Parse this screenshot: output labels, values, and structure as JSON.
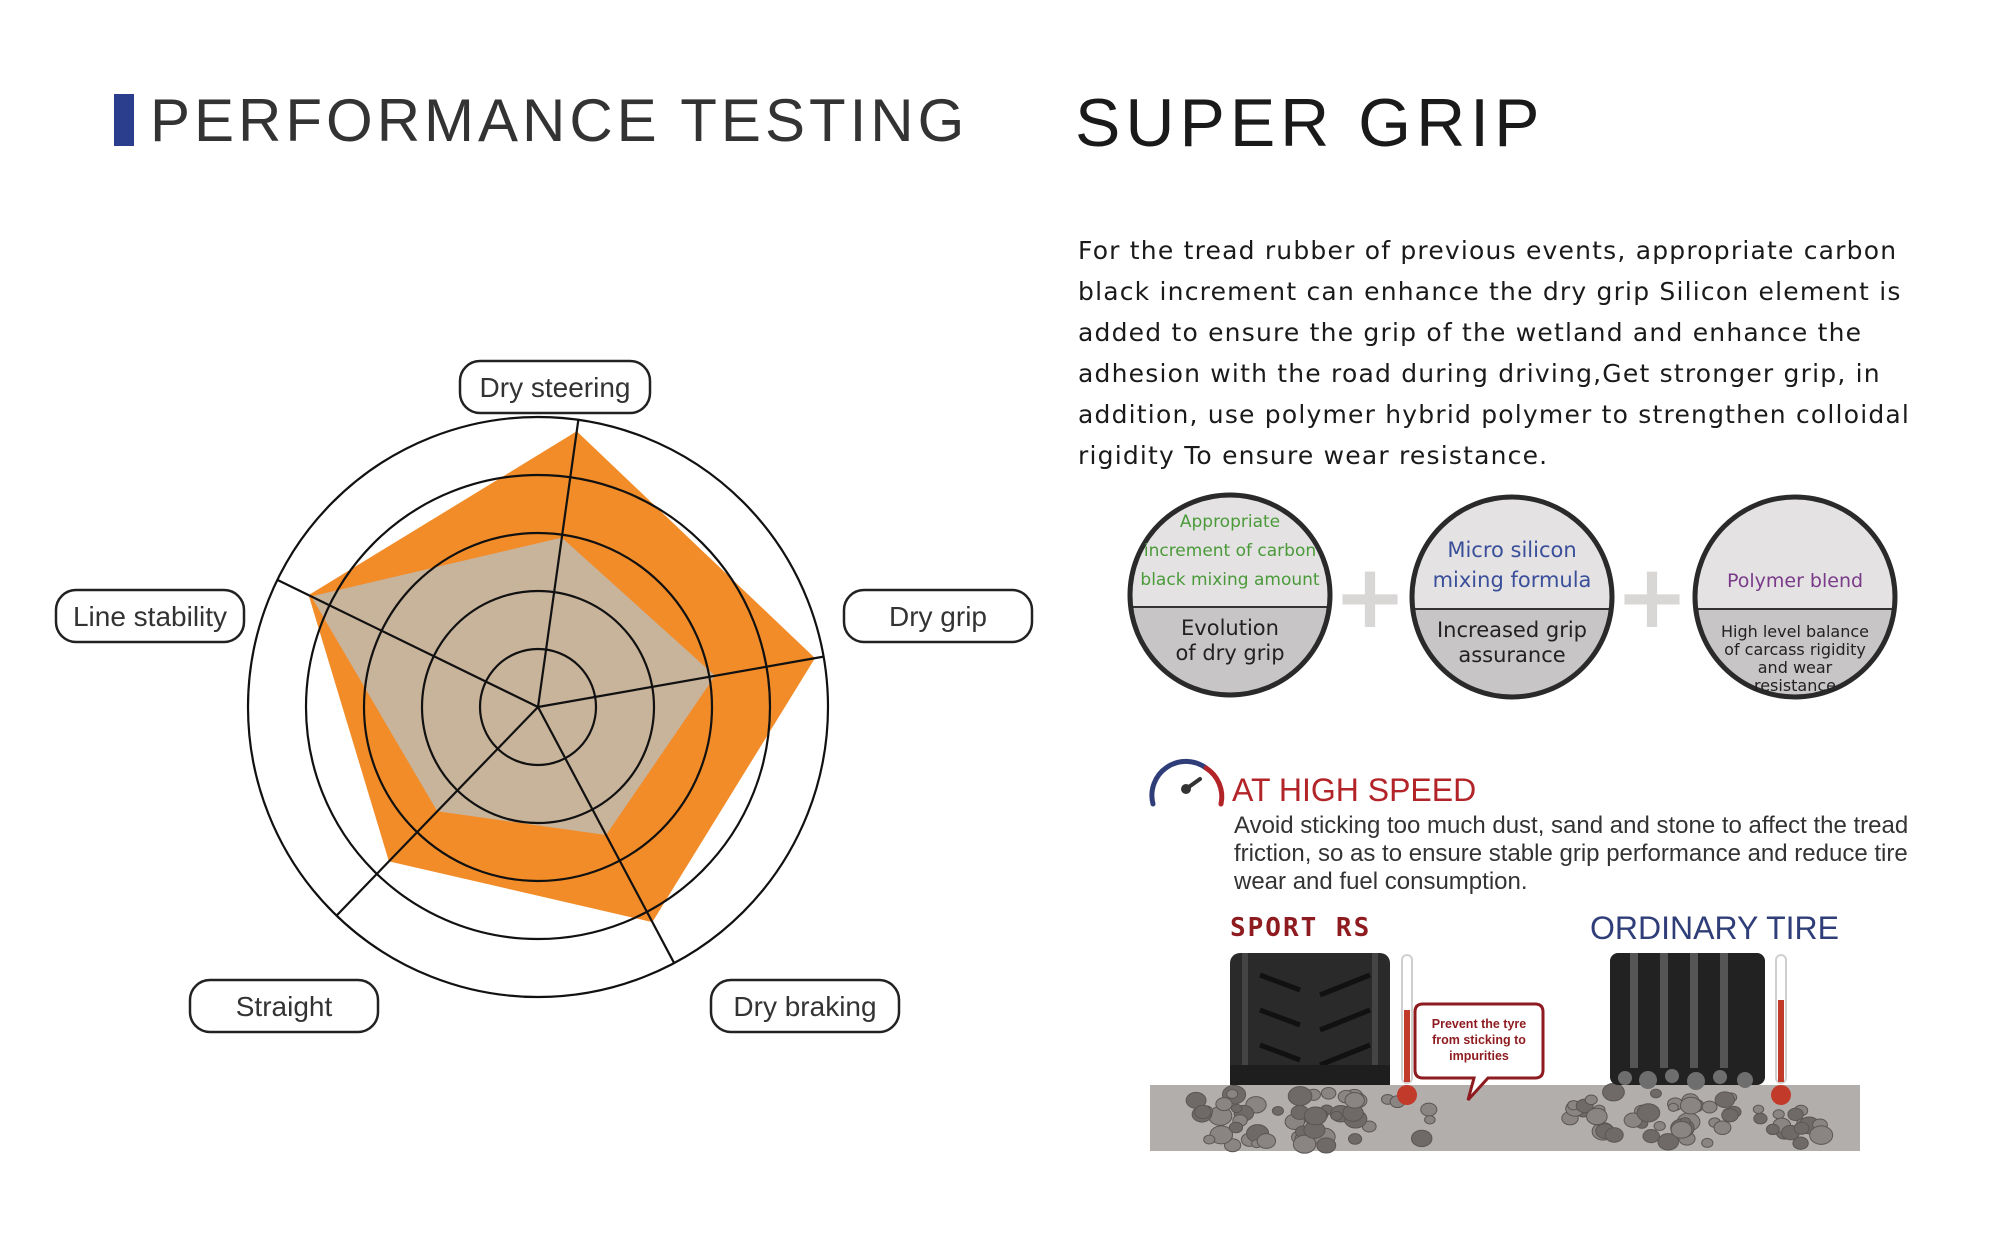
{
  "performance": {
    "title": "PERFORMANCE TESTING",
    "accent_color": "#2b3e8e",
    "radar": {
      "axes": [
        "Dry steering",
        "Dry grip",
        "Dry braking",
        "Straight",
        "Line stability"
      ],
      "rings": 5,
      "outer_series_color": "#f28c28",
      "inner_series_color": "#c8b39b",
      "outer_values": [
        0.96,
        0.97,
        0.84,
        0.74,
        0.88
      ],
      "inner_values": [
        0.59,
        0.62,
        0.5,
        0.5,
        0.87
      ]
    }
  },
  "grip": {
    "title": "SUPER GRIP",
    "description": "For the tread rubber of previous events, appropriate carbon black increment can enhance the dry grip Silicon element is added to ensure the grip of the wetland and enhance the adhesion with the road during driving,Get stronger grip, in addition, use polymer hybrid polymer to strengthen colloidal rigidity To ensure wear resistance.",
    "circles": [
      {
        "top": [
          "Appropriate",
          "increment of carbon",
          "black mixing amount"
        ],
        "top_color": "#4a9a3a",
        "bottom": [
          "Evolution",
          "of dry grip"
        ]
      },
      {
        "top": [
          "Micro silicon",
          "mixing formula"
        ],
        "top_color": "#3a4f9a",
        "bottom": [
          "Increased grip",
          "assurance"
        ]
      },
      {
        "top": [
          "Polymer blend"
        ],
        "top_color": "#7a3a8a",
        "bottom": [
          "High level balance",
          "of carcass rigidity",
          "and wear",
          "resistance"
        ]
      }
    ],
    "plus": "+"
  },
  "high_speed": {
    "title": "AT HIGH SPEED",
    "description": "Avoid sticking too much dust, sand and stone to affect the tread friction, so as to ensure stable grip performance and reduce tire wear and fuel consumption.",
    "sport_label": "SPORT RS",
    "ordinary_label": "ORDINARY TIRE",
    "callout": [
      "Prevent the tyre",
      "from sticking to",
      "impurities"
    ]
  }
}
